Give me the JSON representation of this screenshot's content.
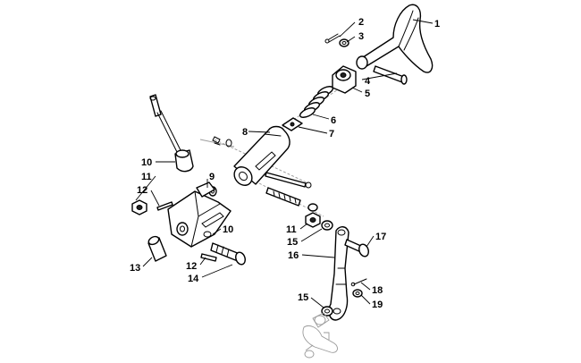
{
  "callouts": [
    {
      "id": "c1",
      "text": "1"
    },
    {
      "id": "c2",
      "text": "2"
    },
    {
      "id": "c3",
      "text": "3"
    },
    {
      "id": "c4",
      "text": "4"
    },
    {
      "id": "c5",
      "text": "5"
    },
    {
      "id": "c6",
      "text": "6"
    },
    {
      "id": "c7",
      "text": "7"
    },
    {
      "id": "c8",
      "text": "8"
    },
    {
      "id": "c9",
      "text": "9"
    },
    {
      "id": "c10a",
      "text": "10"
    },
    {
      "id": "c10b",
      "text": "10"
    },
    {
      "id": "c11a",
      "text": "11"
    },
    {
      "id": "c11b",
      "text": "11"
    },
    {
      "id": "c12a",
      "text": "12"
    },
    {
      "id": "c12b",
      "text": "12"
    },
    {
      "id": "c13",
      "text": "13"
    },
    {
      "id": "c14",
      "text": "14"
    },
    {
      "id": "c15a",
      "text": "15"
    },
    {
      "id": "c15b",
      "text": "15"
    },
    {
      "id": "c16",
      "text": "16"
    },
    {
      "id": "c17",
      "text": "17"
    },
    {
      "id": "c18",
      "text": "18"
    },
    {
      "id": "c19",
      "text": "19"
    }
  ]
}
